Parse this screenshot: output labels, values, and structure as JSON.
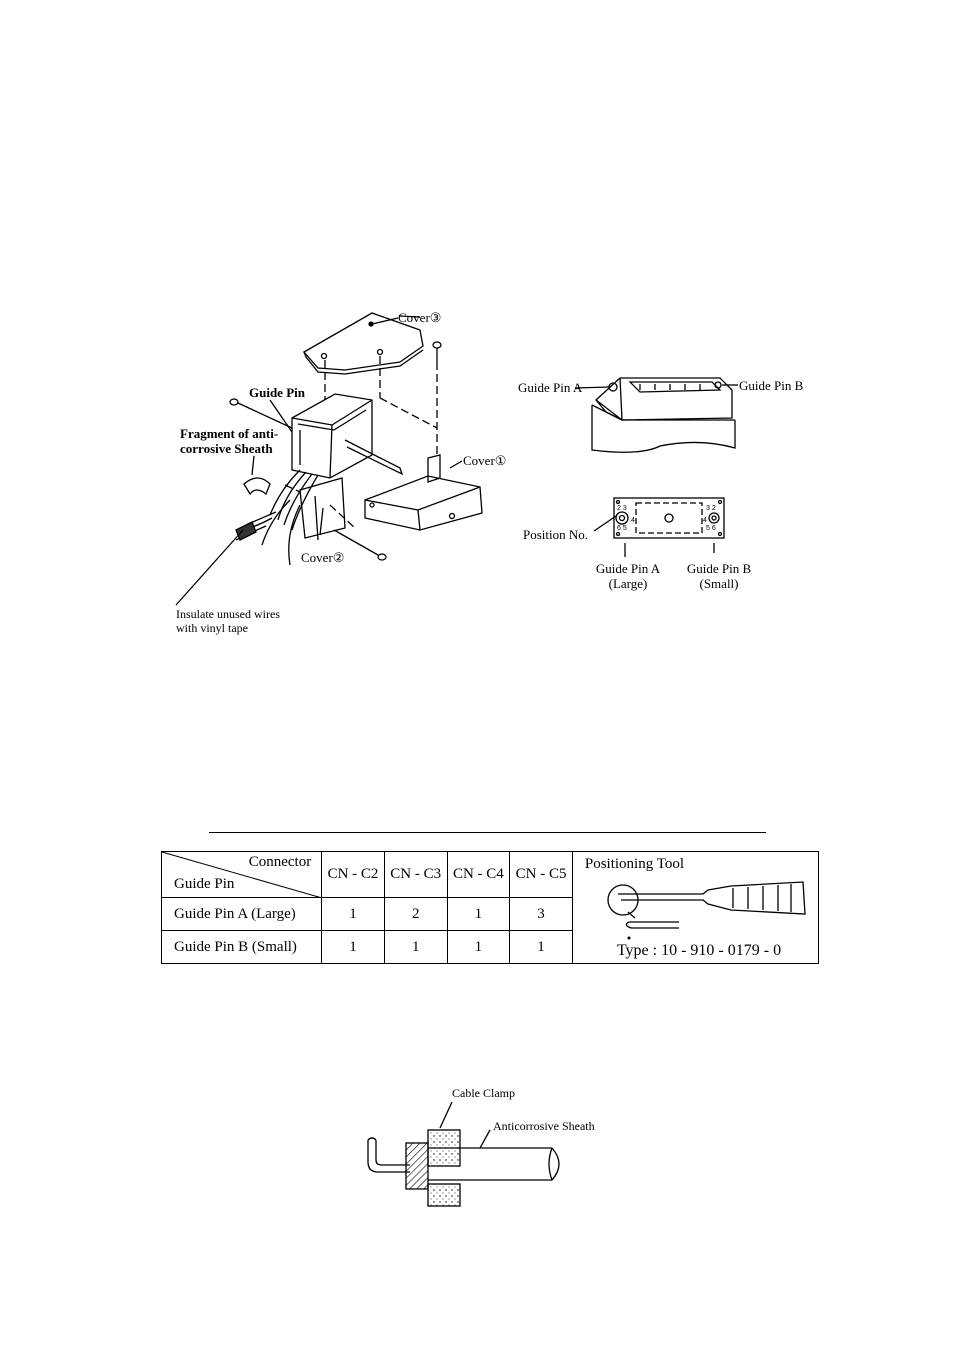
{
  "figure1": {
    "cover3": "Cover③",
    "guide_pin": "Guide Pin",
    "fragment_line1": "Fragment of anti-",
    "fragment_line2": "corrosive Sheath",
    "cover1": "Cover①",
    "cover2": "Cover②",
    "insulate_line1": "Insulate unused wires",
    "insulate_line2": "with vinyl tape"
  },
  "figure2": {
    "guide_pin_a": "Guide Pin A",
    "guide_pin_b": "Guide Pin B",
    "position_no": "Position No.",
    "pin_a_line1": "Guide Pin A",
    "pin_a_line2": "(Large)",
    "pin_b_line1": "Guide Pin B",
    "pin_b_line2": "(Small)"
  },
  "table": {
    "corner_top": "Connector",
    "corner_bottom": "Guide Pin",
    "columns": [
      "CN - C2",
      "CN - C3",
      "CN - C4",
      "CN - C5"
    ],
    "rows": [
      {
        "label": "Guide Pin A (Large)",
        "values": [
          "1",
          "2",
          "1",
          "3"
        ]
      },
      {
        "label": "Guide Pin B (Small)",
        "values": [
          "1",
          "1",
          "1",
          "1"
        ]
      }
    ],
    "tool_title": "Positioning Tool",
    "tool_type": "Type : 10 - 910 - 0179 - 0"
  },
  "figure3": {
    "cable_clamp": "Cable Clamp",
    "anticorrosive_sheath": "Anticorrosive Sheath"
  }
}
